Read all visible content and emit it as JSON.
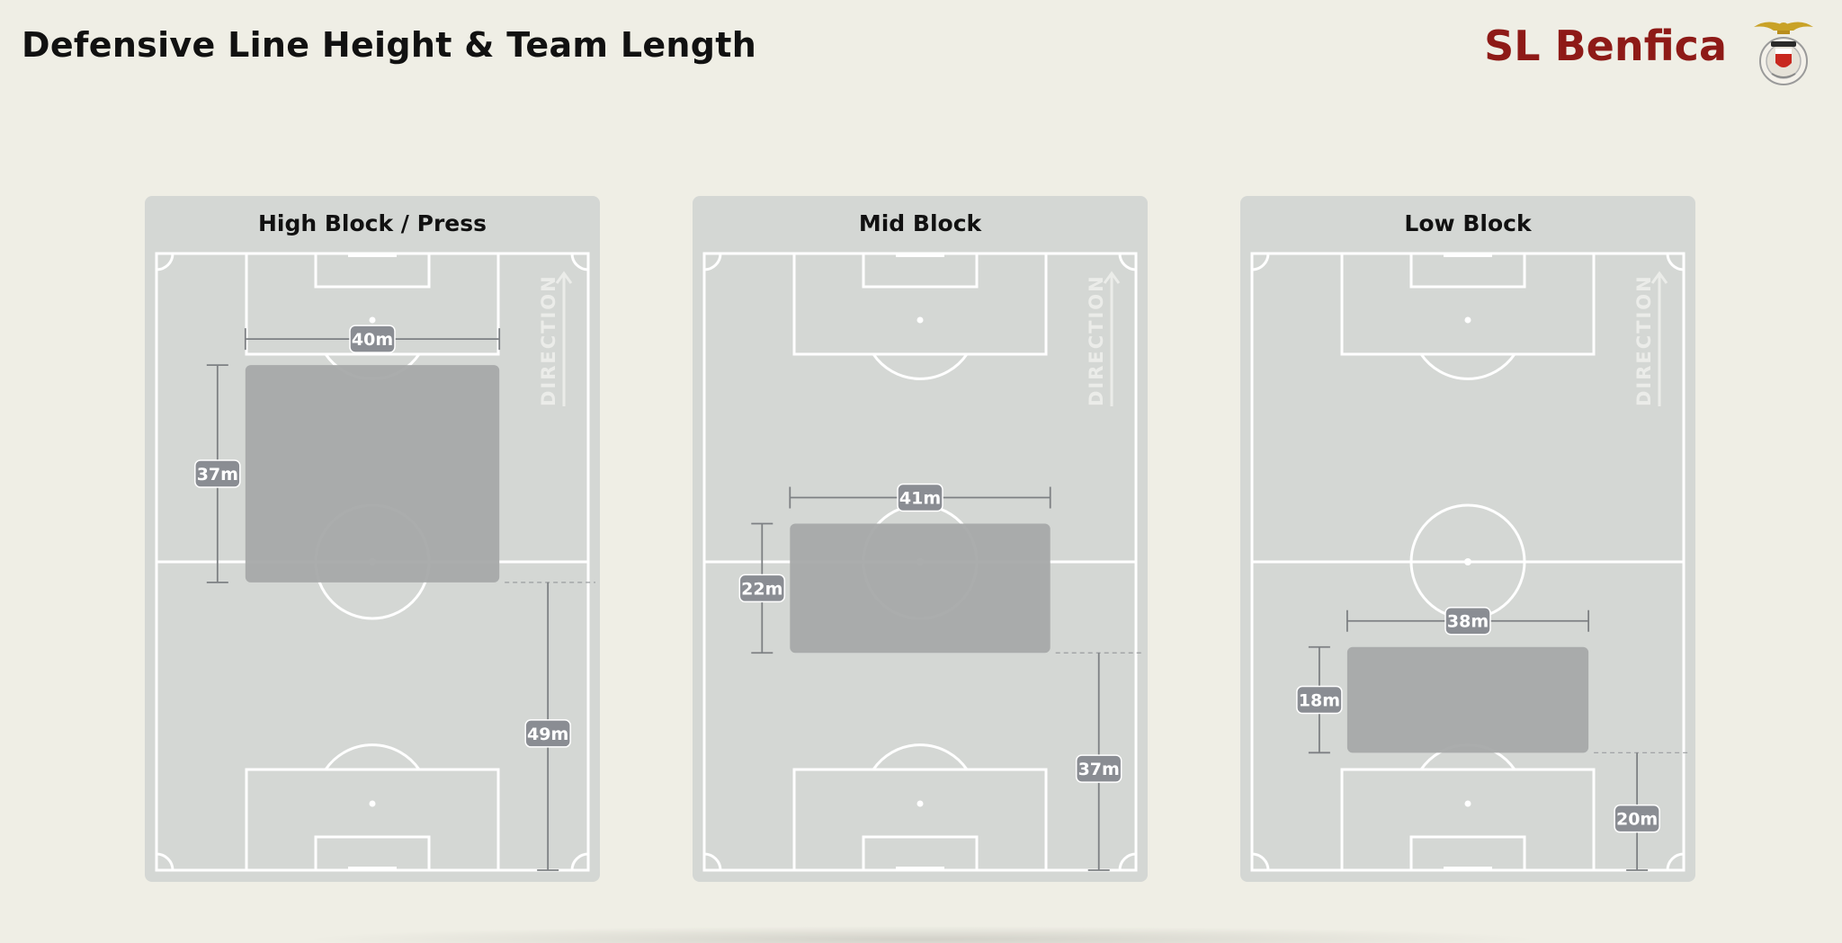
{
  "header": {
    "title": "Defensive Line Height & Team Length",
    "brand": "SL Benfica"
  },
  "colors": {
    "background": "#efeee5",
    "panel": "#d4d7d4",
    "pitch_lines": "#ffffff",
    "block": "#a6a9a9",
    "badge": "#8a8d93",
    "brand": "#8e1a17"
  },
  "direction_label": "DIRECTION",
  "panels": [
    {
      "title": "High Block / Press",
      "block": {
        "width_label": "40m",
        "length_label": "37m",
        "line_height_label": "49m",
        "width_m": 40,
        "length_m": 37,
        "line_height_m": 49
      }
    },
    {
      "title": "Mid Block",
      "block": {
        "width_label": "41m",
        "length_label": "22m",
        "line_height_label": "37m",
        "width_m": 41,
        "length_m": 22,
        "line_height_m": 37
      }
    },
    {
      "title": "Low Block",
      "block": {
        "width_label": "38m",
        "length_label": "18m",
        "line_height_label": "20m",
        "width_m": 38,
        "length_m": 18,
        "line_height_m": 20
      }
    }
  ]
}
